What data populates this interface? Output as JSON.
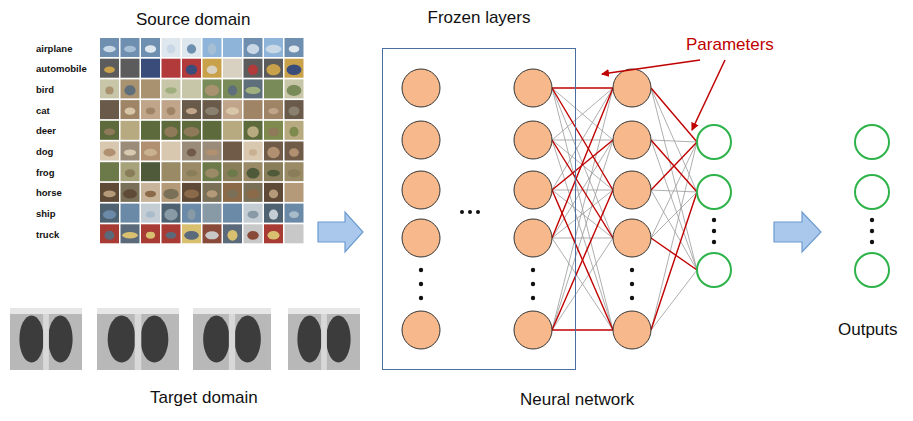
{
  "diagram": {
    "nodes": [
      {
        "text": [
          "Frozen layers"
        ]
      }
    ],
    "labels": [
      "Source domain",
      "Parameters",
      "airplane",
      "automobile",
      "bird",
      "cat",
      "deer",
      "dog",
      "frog",
      "horse",
      "ship",
      "truck",
      "Target domain",
      "Neural network",
      "Outputs"
    ]
  }
}
